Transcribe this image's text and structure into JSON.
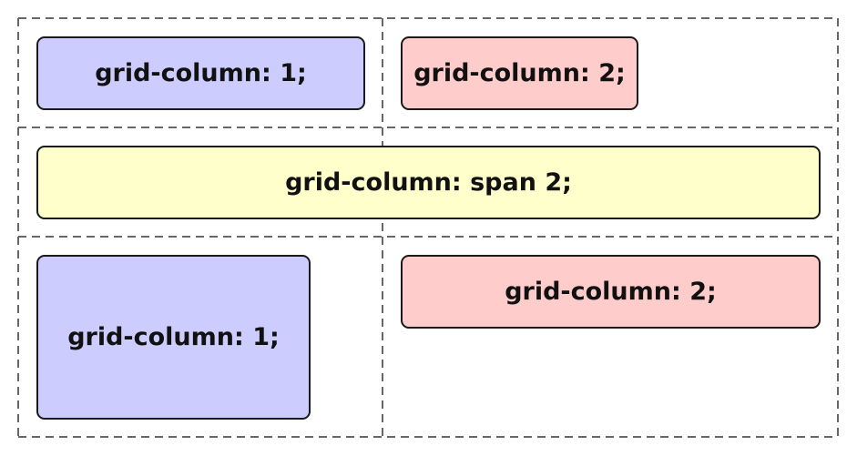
{
  "colors": {
    "blue": "#ccccff",
    "red": "#ffcccc",
    "yellow": "#ffffcc",
    "grid_line": "#666666"
  },
  "items": {
    "row1_col1": {
      "label": "grid-column: 1;",
      "color": "#ccccff"
    },
    "row1_col2": {
      "label": "grid-column: 2;",
      "color": "#ffcccc"
    },
    "row2_span": {
      "label": "grid-column: span 2;",
      "color": "#ffffcc"
    },
    "row3_col1": {
      "label": "grid-column: 1;",
      "color": "#ccccff"
    },
    "row3_col2": {
      "label": "grid-column: 2;",
      "color": "#ffcccc"
    }
  }
}
